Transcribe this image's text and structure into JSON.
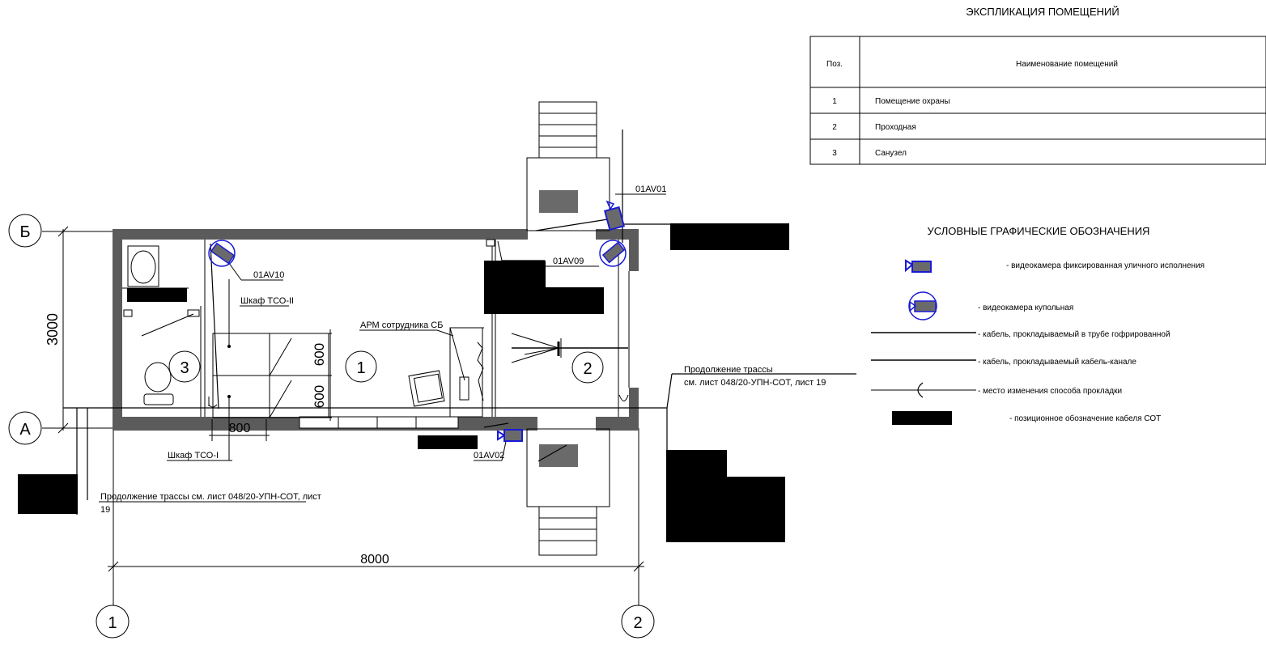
{
  "explication": {
    "title": "ЭКСПЛИКАЦИЯ ПОМЕЩЕНИЙ",
    "header_pos": "Поз.",
    "header_name": "Наименование помещений",
    "rows": [
      {
        "pos": "1",
        "name": "Помещение охраны"
      },
      {
        "pos": "2",
        "name": "Проходная"
      },
      {
        "pos": "3",
        "name": "Санузел"
      }
    ]
  },
  "legend": {
    "title": "УСЛОВНЫЕ ГРАФИЧЕСКИЕ ОБОЗНАЧЕНИЯ",
    "items": [
      {
        "symbol": "camera-fixed-icon",
        "text": "- видеокамера фиксированная уличного исполнения"
      },
      {
        "symbol": "camera-dome-icon",
        "text": "- видеокамера купольная"
      },
      {
        "symbol": "line",
        "text": "- кабель, прокладываемый в трубе гофрированной"
      },
      {
        "symbol": "line",
        "text": "- кабель, прокладываемый кабель-канале"
      },
      {
        "symbol": "transition-icon",
        "text": "- место изменения способа прокладки"
      },
      {
        "symbol": "black-box",
        "text": "- позиционное обозначение кабеля СОТ"
      }
    ]
  },
  "axes": {
    "b": "Б",
    "a": "А",
    "one": "1",
    "two": "2"
  },
  "dimensions": {
    "height": "3000",
    "width": "8000",
    "d600a": "600",
    "d600b": "600",
    "d800": "800"
  },
  "rooms": {
    "r1": "1",
    "r2": "2",
    "r3": "3"
  },
  "labels": {
    "cam01": "01AV01",
    "cam02": "01AV02",
    "cam09": "01AV09",
    "cam10": "01AV10",
    "tso2": "Шкаф ТСО-II",
    "tso1": "Шкаф ТСО-I",
    "arm": "АРМ сотрудника СБ",
    "route_right_1": "Продолжение трассы",
    "route_right_2": "см. лист 048/20-УПН-СОТ, лист 19",
    "route_left_1": "Продолжение трассы см. лист  048/20-УПН-СОТ, лист",
    "route_left_2": "19"
  },
  "colors": {
    "camera_fill": "#6a6a6a",
    "camera_stroke": "#1a1ad6",
    "wall": "#5b5b5b",
    "redaction": "#000000"
  }
}
